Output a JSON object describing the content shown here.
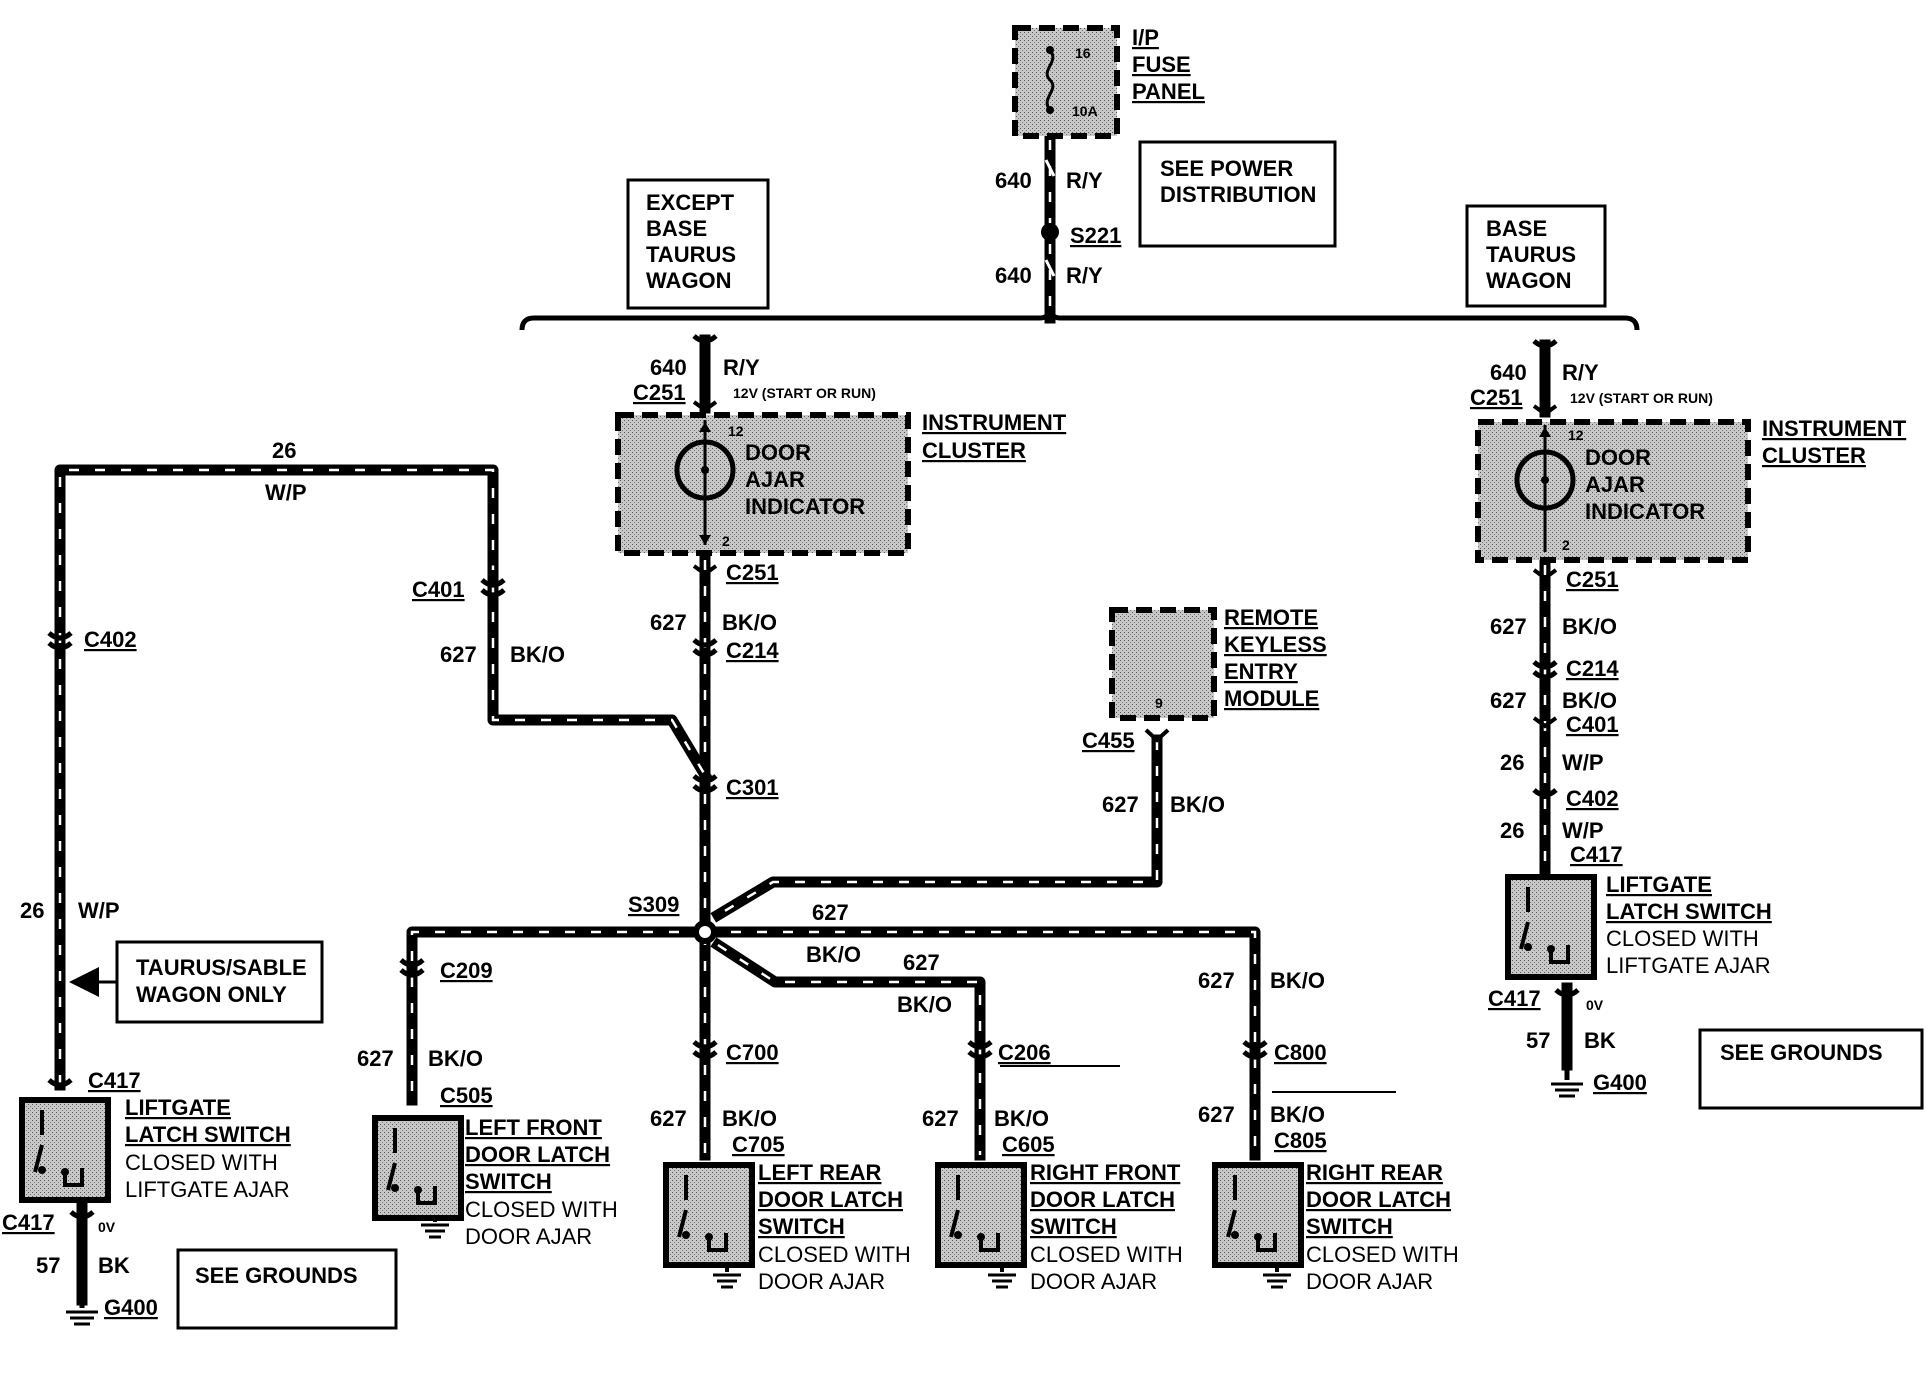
{
  "fuse_panel": {
    "lines": [
      "I/P",
      "FUSE",
      "PANEL"
    ],
    "fuse_number": "16",
    "fuse_rating": "10A"
  },
  "power_note": {
    "lines": [
      "SEE POWER",
      "DISTRIBUTION"
    ]
  },
  "except_note": {
    "lines": [
      "EXCEPT",
      "BASE",
      "TAURUS",
      "WAGON"
    ]
  },
  "base_note": {
    "lines": [
      "BASE",
      "TAURUS",
      "WAGON"
    ]
  },
  "wagon_note": {
    "lines": [
      "TAURUS/SABLE",
      "WAGON ONLY"
    ]
  },
  "grounds_note": "SEE GROUNDS",
  "splices": {
    "s221": "S221",
    "s309": "S309"
  },
  "circuits": {
    "c640": "640",
    "c627": "627",
    "c26": "26",
    "c57": "57",
    "ry": "R/Y",
    "bko": "BK/O",
    "wp": "W/P",
    "bk": "BK",
    "voltage_start_run": "12V (START OR RUN)",
    "zero_volt": "0V"
  },
  "connectors": {
    "c251": "C251",
    "c214": "C214",
    "c301": "C301",
    "c401": "C401",
    "c402": "C402",
    "c417": "C417",
    "c209": "C209",
    "c505": "C505",
    "c700": "C700",
    "c705": "C705",
    "c206": "C206",
    "c605": "C605",
    "c800": "C800",
    "c805": "C805",
    "c455": "C455"
  },
  "grounds": {
    "g400": "G400"
  },
  "instrument_cluster": {
    "title": [
      "INSTRUMENT",
      "CLUSTER"
    ],
    "indicator": [
      "DOOR",
      "AJAR",
      "INDICATOR"
    ],
    "pin_top": "12",
    "pin_bottom": "2"
  },
  "rke_module": {
    "title": [
      "REMOTE",
      "KEYLESS",
      "ENTRY",
      "MODULE"
    ],
    "pin": "9"
  },
  "switches": {
    "liftgate": {
      "title": [
        "LIFTGATE",
        "LATCH SWITCH"
      ],
      "state": [
        "CLOSED WITH",
        "LIFTGATE AJAR"
      ]
    },
    "left_front": {
      "title": [
        "LEFT FRONT",
        "DOOR LATCH",
        "SWITCH"
      ],
      "state": [
        "CLOSED WITH",
        "DOOR AJAR"
      ]
    },
    "left_rear": {
      "title": [
        "LEFT REAR",
        "DOOR LATCH",
        "SWITCH"
      ],
      "state": [
        "CLOSED WITH",
        "DOOR AJAR"
      ]
    },
    "right_front": {
      "title": [
        "RIGHT FRONT",
        "DOOR LATCH",
        "SWITCH"
      ],
      "state": [
        "CLOSED WITH",
        "DOOR AJAR"
      ]
    },
    "right_rear": {
      "title": [
        "RIGHT REAR",
        "DOOR LATCH",
        "SWITCH"
      ],
      "state": [
        "CLOSED WITH",
        "DOOR AJAR"
      ]
    }
  }
}
